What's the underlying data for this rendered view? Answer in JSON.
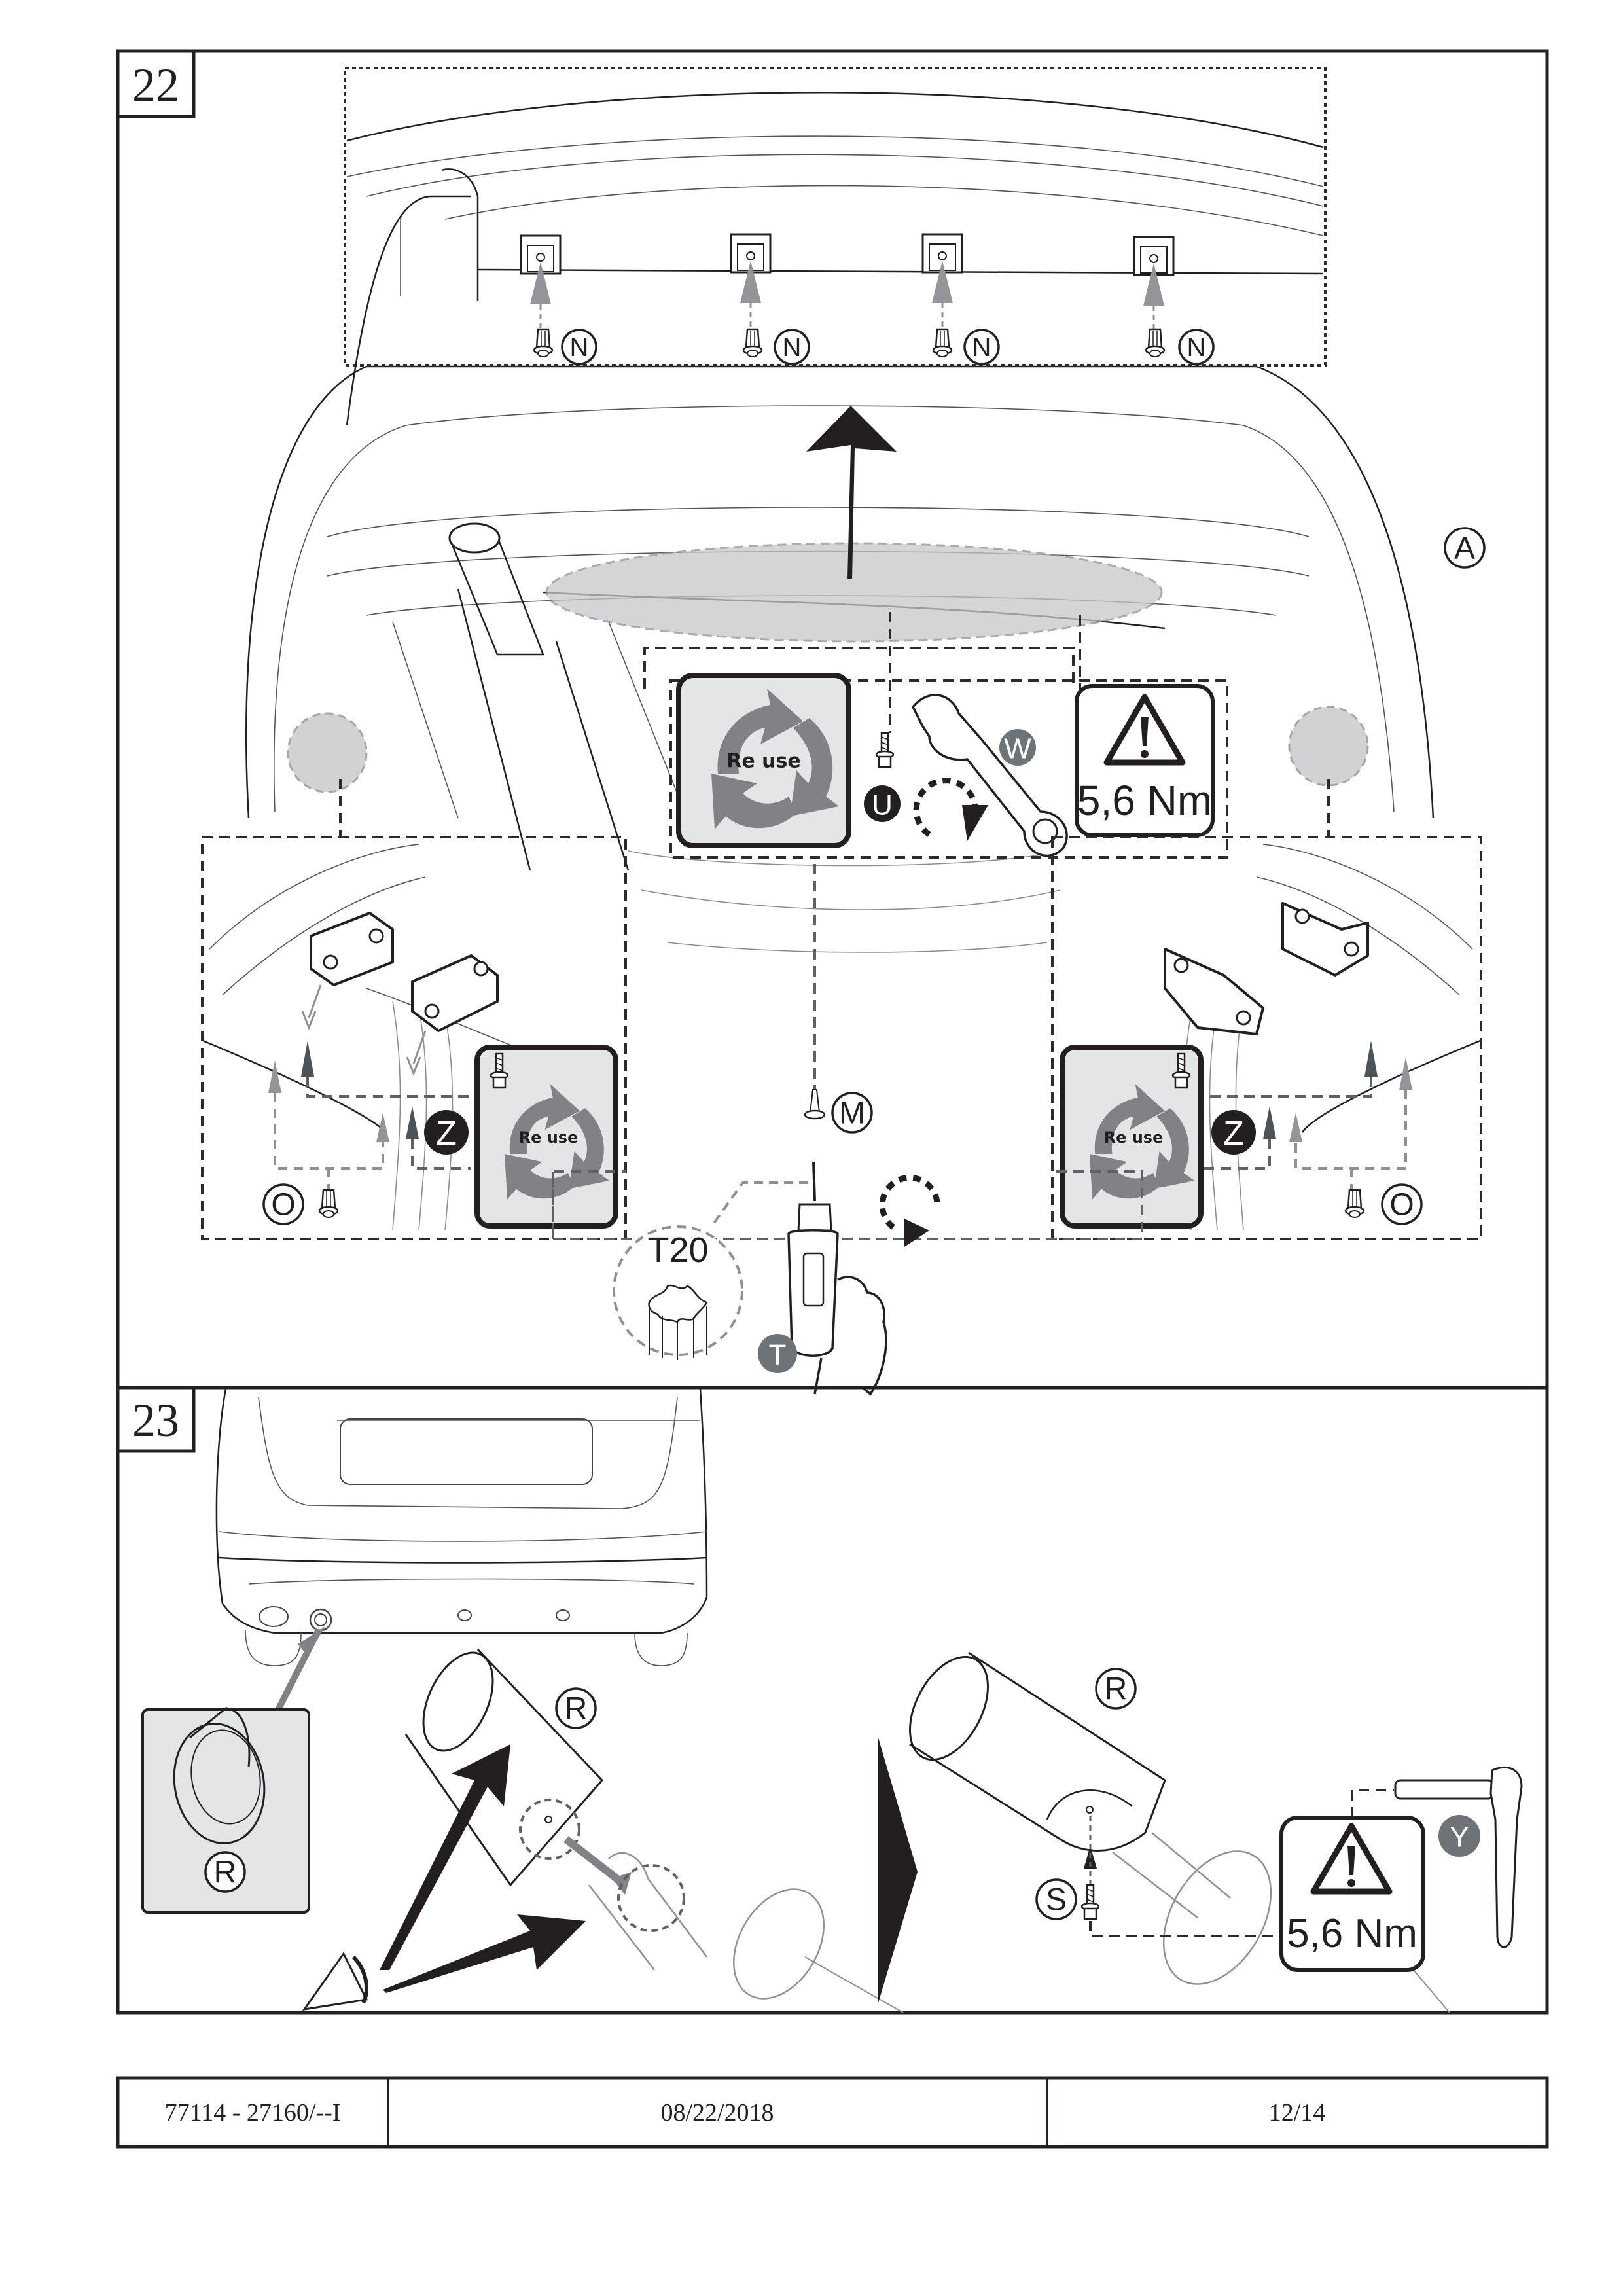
{
  "page": {
    "type": "installation-instructions",
    "steps": [
      {
        "number": "22",
        "labels": {
          "bumper_clips": [
            "N",
            "N",
            "N",
            "N"
          ],
          "vehicle": "A",
          "screw_u": "U",
          "wrench_w": "W",
          "torque": "5,6 Nm",
          "reuse": "Re use",
          "bracket_z_left": "Z",
          "bracket_z_right": "Z",
          "clip_o_left": "O",
          "clip_o_right": "O",
          "screw_m": "M",
          "bit": "T20",
          "drill_t": "T"
        },
        "icons": [
          "recycle-reuse-icon",
          "warning-triangle-icon",
          "wrench-icon",
          "drill-icon",
          "torx-bit-icon",
          "rotate-clockwise-icon"
        ]
      },
      {
        "number": "23",
        "labels": {
          "tailpipe_detail": "R",
          "tailpipe_exploded": "R",
          "tailpipe_mounted": "R",
          "screw_s": "S",
          "torque": "5,6 Nm",
          "ratchet_y": "Y"
        },
        "icons": [
          "warning-triangle-icon",
          "ratchet-icon",
          "next-step-arrow-icon",
          "cutter-icon"
        ]
      }
    ]
  },
  "footer": {
    "doc_number": "77114 - 27160/--I",
    "date": "08/22/2018",
    "page": "12/14"
  },
  "colors": {
    "line": "#231f20",
    "badge_dark": "#231f20",
    "badge_gray": "#6d7376",
    "reuse_bg": "#e4e5e7",
    "reuse_arrow": "#808285"
  }
}
